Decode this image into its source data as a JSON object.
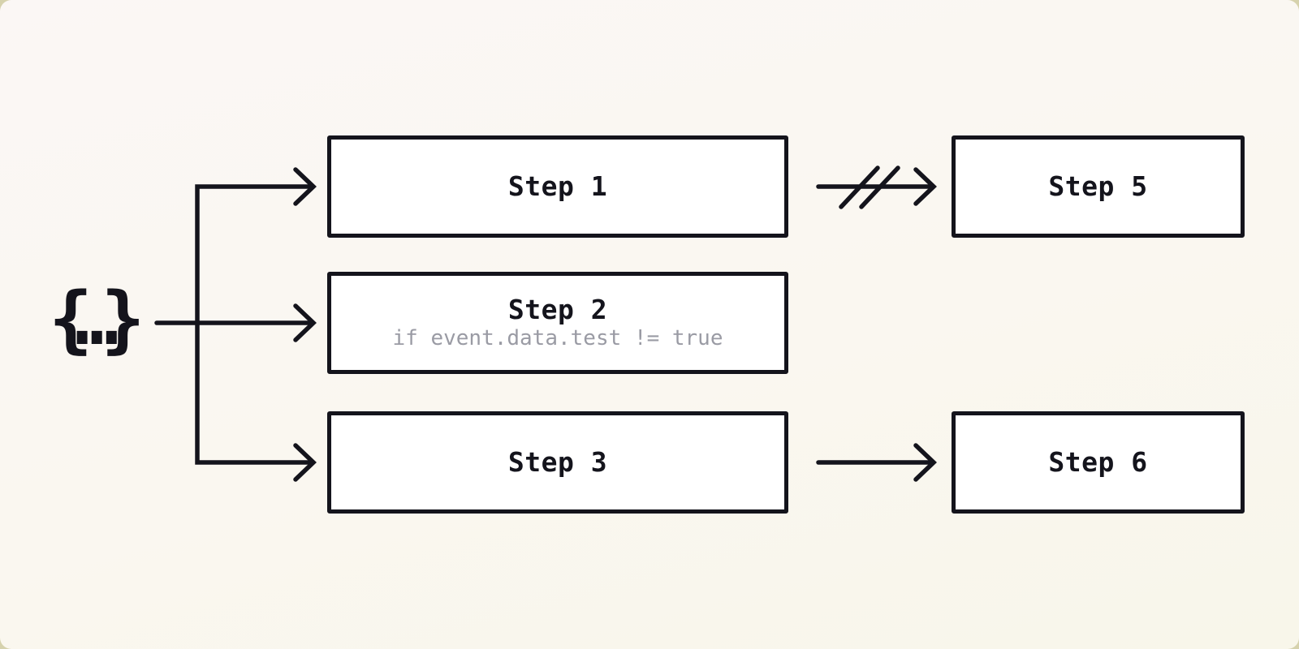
{
  "diagram": {
    "source": {
      "symbol": "{…}"
    },
    "nodes": [
      {
        "id": "step-1",
        "label": "Step 1"
      },
      {
        "id": "step-2",
        "label": "Step 2",
        "condition": "if event.data.test != true"
      },
      {
        "id": "step-3",
        "label": "Step 3"
      },
      {
        "id": "step-5",
        "label": "Step 5"
      },
      {
        "id": "step-6",
        "label": "Step 6"
      }
    ],
    "edges": [
      {
        "from": "source",
        "to": "step-1",
        "style": "arrow"
      },
      {
        "from": "source",
        "to": "step-2",
        "style": "arrow"
      },
      {
        "from": "source",
        "to": "step-3",
        "style": "arrow"
      },
      {
        "from": "step-1",
        "to": "step-5",
        "style": "cancelled-arrow"
      },
      {
        "from": "step-3",
        "to": "step-6",
        "style": "arrow"
      }
    ],
    "colors": {
      "background_top": "#fbf7f4",
      "background_bottom": "#f8f6ea",
      "page_behind": "#d6d2ad",
      "stroke": "#14141c",
      "node_fill": "#ffffff",
      "condition_text": "#9a9ba4"
    }
  }
}
